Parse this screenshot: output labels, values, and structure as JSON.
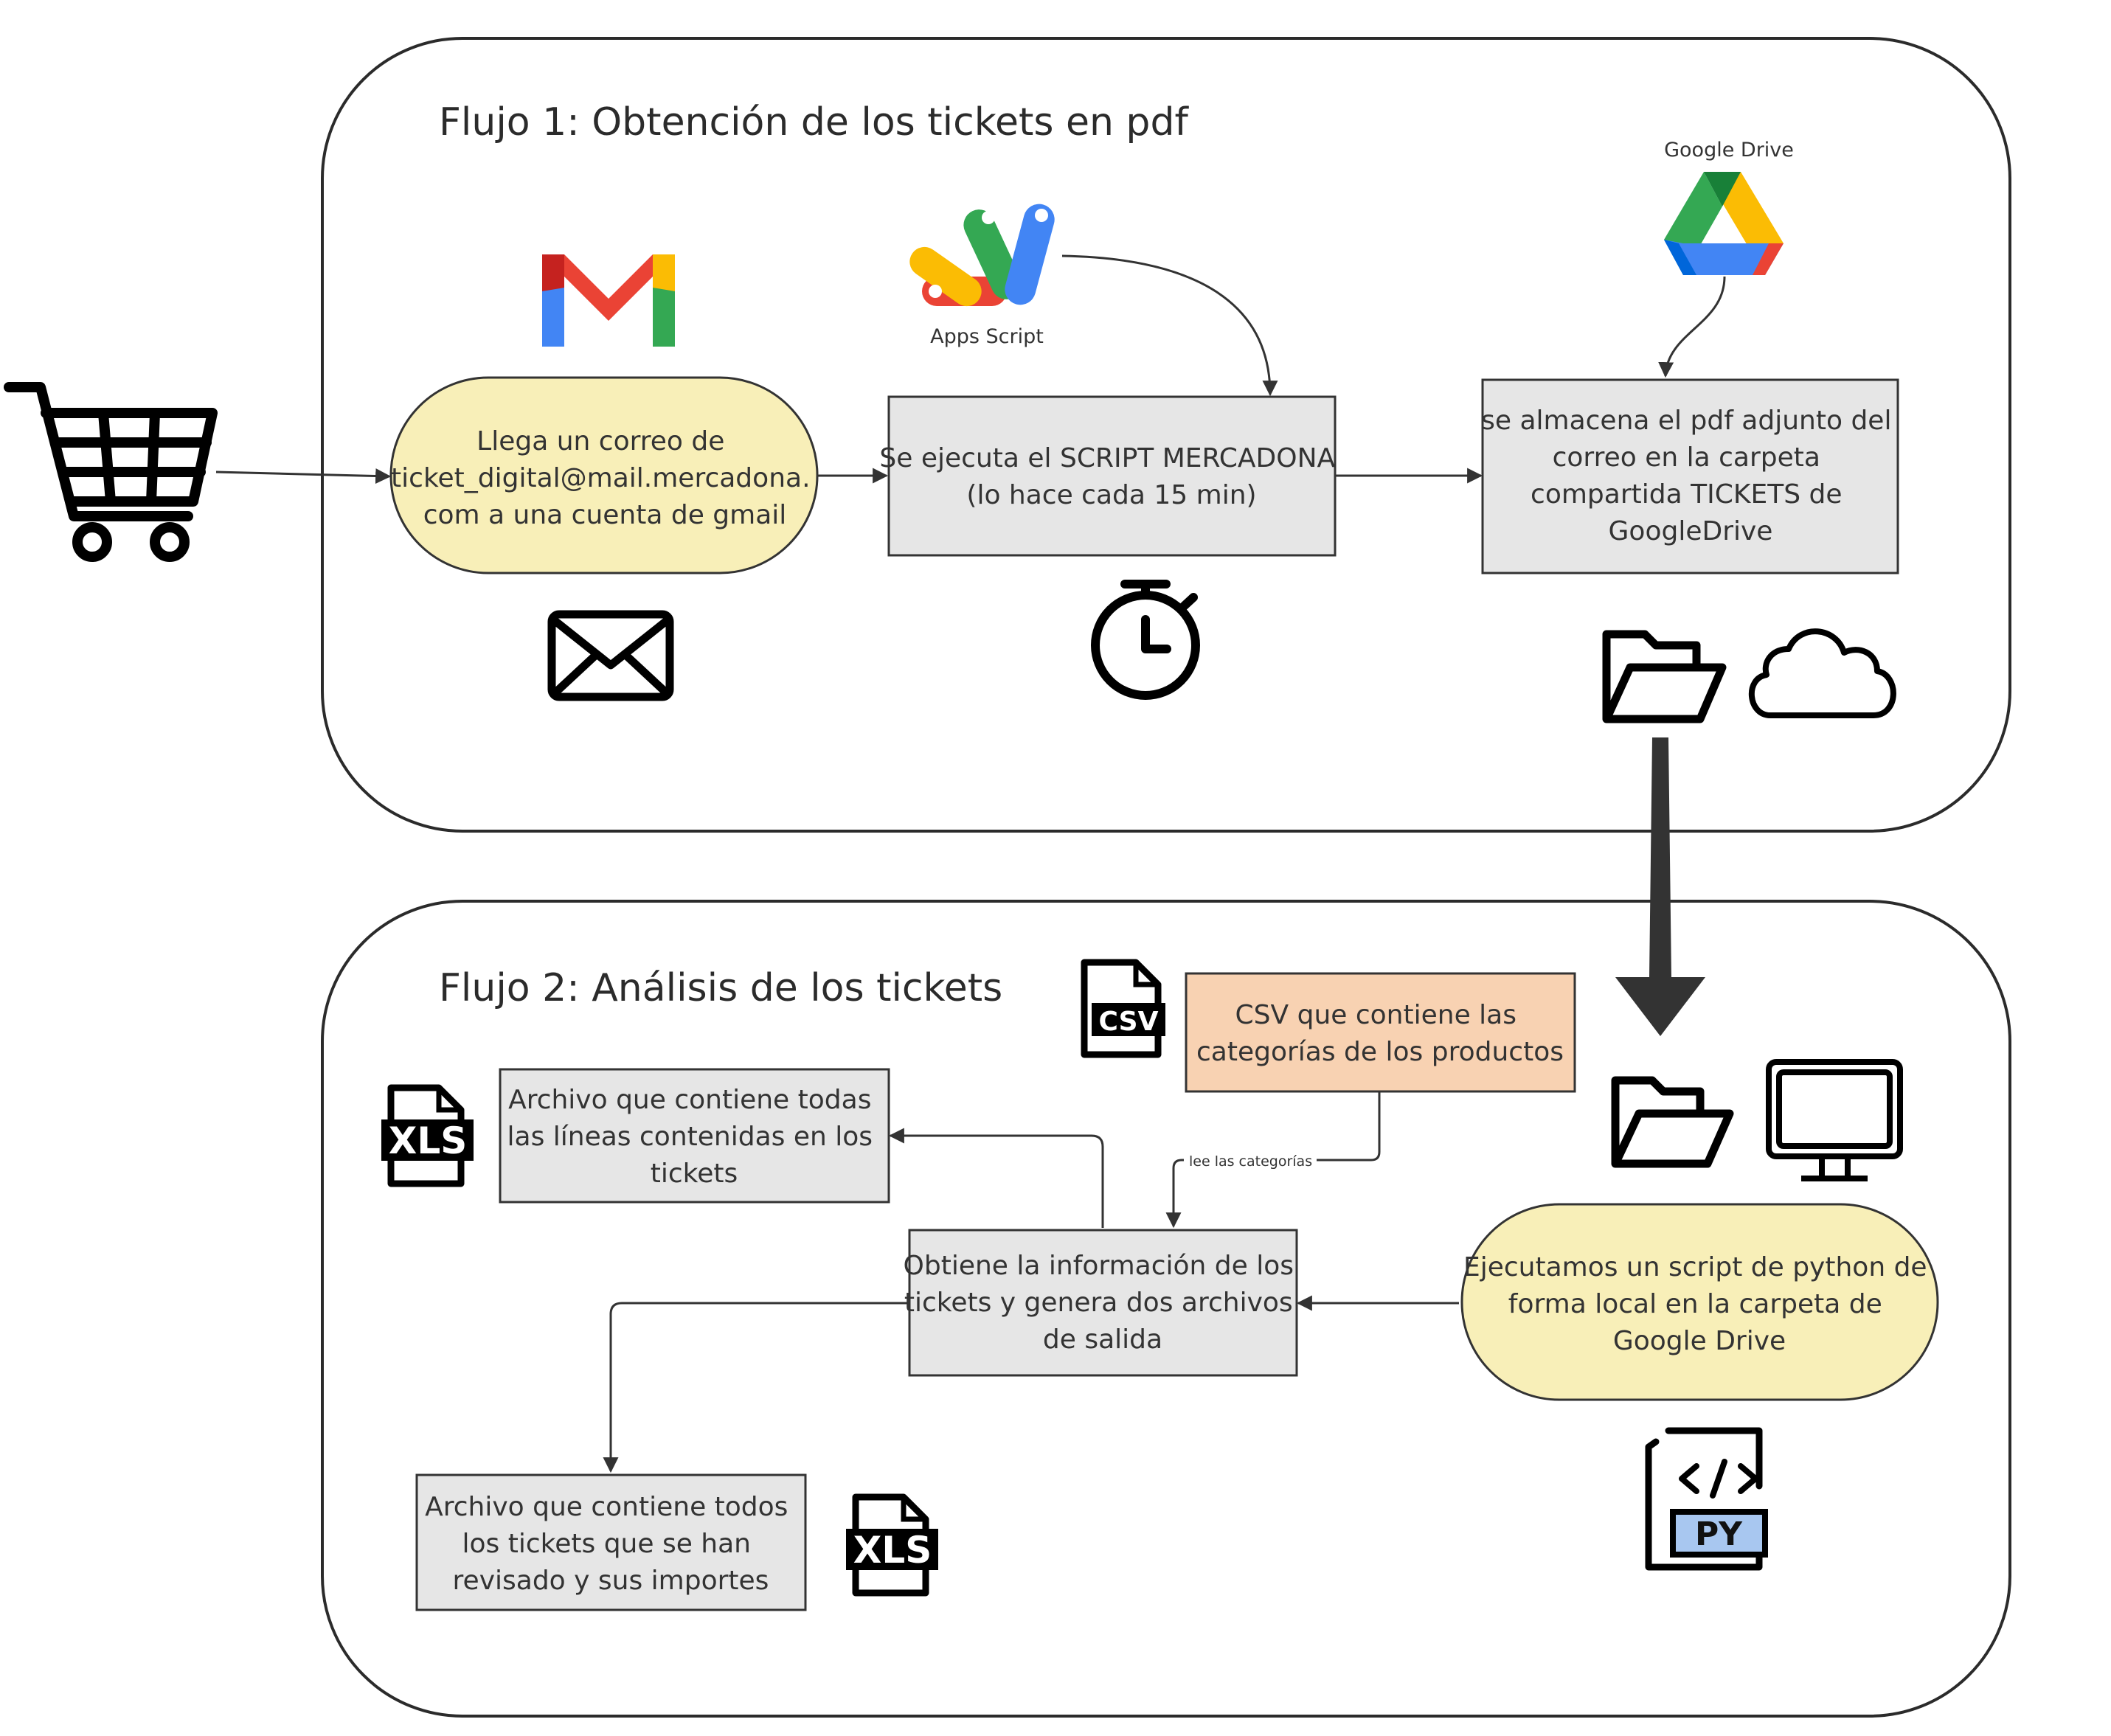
{
  "flow1": {
    "title": "Flujo 1: Obtención de los tickets en pdf",
    "gmail_box": [
      "Llega un correo de",
      "ticket_digital@mail.mercadona.",
      "com a una cuenta de gmail"
    ],
    "script_box": [
      "Se ejecuta el SCRIPT MERCADONA",
      "(lo hace cada 15 min)"
    ],
    "drive_box": [
      "se almacena el pdf adjunto del",
      "correo en la carpeta",
      "compartida TICKETS de",
      "GoogleDrive"
    ],
    "apps_script_label": "Apps Script",
    "google_drive_label": "Google Drive"
  },
  "flow2": {
    "title": "Flujo 2: Análisis de los tickets",
    "csv_box": [
      "CSV que contiene las",
      "categorías de los productos"
    ],
    "lines_box": [
      "Archivo que contiene todas",
      "las líneas contenidas en los",
      "tickets"
    ],
    "process_box": [
      "Obtiene la información de los",
      "tickets y genera dos archivos",
      "de salida"
    ],
    "python_box": [
      "Ejecutamos un script de python de",
      "forma local en la carpeta de",
      "Google Drive"
    ],
    "tickets_box": [
      "Archivo que contiene todos",
      "los tickets que se han",
      "revisado y sus importes"
    ],
    "edge_label": "lee las categorías",
    "csv_badge": "CSV",
    "xls_badge": "XLS",
    "py_badge": "PY"
  },
  "icons": [
    "shopping-cart-icon",
    "gmail-icon",
    "envelope-icon",
    "apps-script-icon",
    "stopwatch-icon",
    "google-drive-icon",
    "folder-icon",
    "cloud-icon",
    "monitor-icon",
    "csv-file-icon",
    "xls-file-icon",
    "python-file-icon"
  ],
  "colors": {
    "process_fill": "#e6e6e6",
    "terminal_fill": "#f8efb8",
    "csv_fill": "#f8d2b2",
    "stroke": "#333333"
  }
}
